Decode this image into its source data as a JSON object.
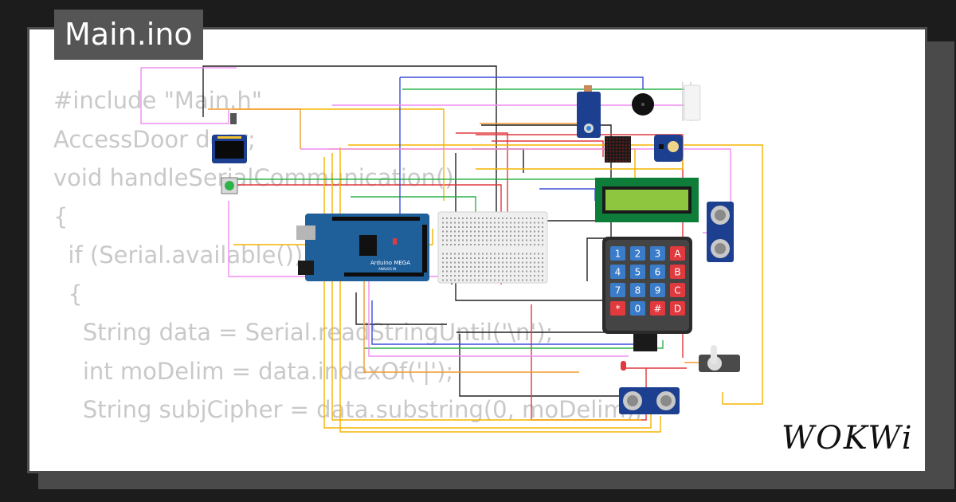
{
  "title": "Main.ino",
  "code_lines": [
    "#include \"Main.h\"",
    "",
    "AccessDoor door;",
    "void handleSerialCommunication()",
    "{",
    "  if (Serial.available())",
    "  {",
    "    String data = Serial.readStringUntil('\\n');",
    "",
    "    int moDelim = data.indexOf('|');",
    "    String subjCipher = data.substring(0, moDelim);"
  ],
  "board": {
    "name": "Arduino MEGA",
    "analog_label": "ANALOG IN"
  },
  "keypad": {
    "keys": [
      [
        "1",
        "2",
        "3",
        "A"
      ],
      [
        "4",
        "5",
        "6",
        "B"
      ],
      [
        "7",
        "8",
        "9",
        "C"
      ],
      [
        "*",
        "0",
        "#",
        "D"
      ]
    ]
  },
  "brand": "WOKWi",
  "colors": {
    "card_bg": "#ffffff",
    "badge_bg": "#555555",
    "code_text": "#c9c9c9",
    "mega_blue": "#1f5f9a",
    "lcd_green": "#8ec63f",
    "key_blue": "#3a7cc9",
    "key_red": "#e0393e"
  }
}
